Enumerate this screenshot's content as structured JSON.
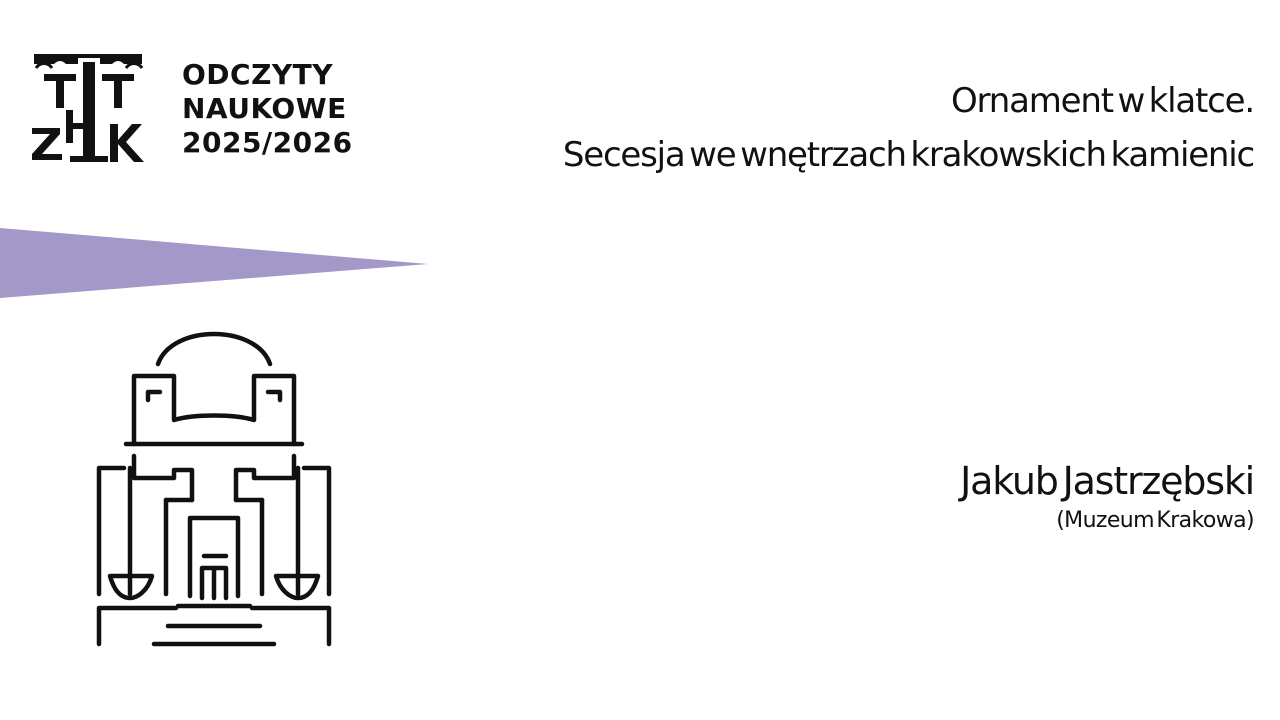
{
  "header": {
    "logo_icon": "tthk-monogram-logo",
    "logo_letters": "TTHZK",
    "series_lines": [
      "ODCZYTY",
      "NAUKOWE",
      "2025/2026"
    ]
  },
  "lecture": {
    "title_lines": [
      "Ornament w klatce.",
      "Secesja we wnętrzach krakowskich kamienic"
    ]
  },
  "speaker": {
    "name": "Jakub Jastrzębski",
    "affiliation": "(Muzeum Krakowa)"
  },
  "decor": {
    "wedge_color": "#a498c8",
    "wedge_icon": "purple-wedge-shape",
    "building_icon": "secession-building-icon",
    "line_color": "#111111"
  }
}
